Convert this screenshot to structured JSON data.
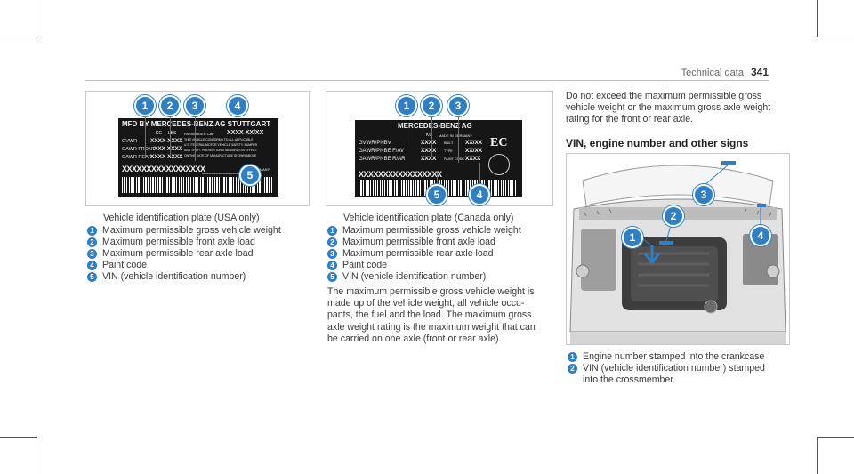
{
  "header": {
    "section": "Technical data",
    "page_number": "341"
  },
  "figure_usa": {
    "callouts": [
      "1",
      "2",
      "3",
      "4",
      "5"
    ],
    "plate": {
      "title": "MFD BY MERCEDES-BENZ AG STUTTGART",
      "kg_label": "KG",
      "lbs_label": "LBS",
      "passenger_car": "PASSENGER CAR",
      "model_code": "XXXX  XX/XX",
      "rows": [
        {
          "label": "GVWR",
          "value": "XXXX XXXX"
        },
        {
          "label": "GAWR FRONT",
          "value": "XXX XXXX"
        },
        {
          "label": "GAWR REAR",
          "value": "XXXX XXXX"
        }
      ],
      "conformity": [
        "THIS VEHICLE CONFORMS TO ALL APPLICABLE",
        "U.S. FEDERAL MOTOR VEHICLE SAFETY, BUMPER",
        "AND THEFT PREVENTION STANDARDS IN EFFECT",
        "ON THE DATE OF MANUFACTURE SHOWN ABOVE"
      ],
      "vin": "XXXXXXXXXXXXXXXXX",
      "country": "GERMANY"
    }
  },
  "caption_usa": {
    "title": "Vehicle identification plate (USA only)",
    "items": [
      {
        "n": "1",
        "text": "Maximum permissible gross vehicle weight"
      },
      {
        "n": "2",
        "text": "Maximum permissible front axle load"
      },
      {
        "n": "3",
        "text": "Maximum permissible rear axle load"
      },
      {
        "n": "4",
        "text": "Paint code"
      },
      {
        "n": "5",
        "text": "VIN (vehicle identification number)"
      }
    ]
  },
  "figure_canada": {
    "callouts": [
      "1",
      "2",
      "3",
      "4",
      "5"
    ],
    "plate": {
      "title": "MERCEDES-BENZ AG",
      "kg_label": "KG",
      "made_in": "MADE IN GERMANY",
      "rows": [
        {
          "label": "GVWR/PNBV",
          "value": "XXXX",
          "extra_label": "BUILT",
          "extra_value": "XX/XX"
        },
        {
          "label": "GAWR/PNBE F/AV",
          "value": "XXXX",
          "extra_label": "TYPE",
          "extra_value": "XX/XX"
        },
        {
          "label": "GAWR/PNBE R/AR",
          "value": "XXXX",
          "extra_label": "PAINT CODE",
          "extra_value": "XXXX"
        }
      ],
      "ec_mark": "EC",
      "vin": "XXXXXXXXXXXXXXXXX"
    }
  },
  "caption_canada": {
    "title": "Vehicle identification plate (Canada only)",
    "items": [
      {
        "n": "1",
        "text": "Maximum permissible gross vehicle weight"
      },
      {
        "n": "2",
        "text": "Maximum permissible front axle load"
      },
      {
        "n": "3",
        "text": "Maximum permissible rear axle load"
      },
      {
        "n": "4",
        "text": "Paint code"
      },
      {
        "n": "5",
        "text": "VIN (vehicle identification number)"
      }
    ],
    "paragraph": [
      "The maximum permissible gross vehicle weight is",
      "made up of the vehicle weight, all vehicle occu-",
      "pants, the fuel and the load. The maximum gross",
      "axle weight rating is the maximum weight that can",
      "be carried on one axle (front or rear axle)."
    ]
  },
  "right_column": {
    "paragraph": [
      "Do not exceed the maximum permissible gross",
      "vehicle weight or the maximum gross axle weight",
      "rating for the front or rear axle."
    ],
    "heading": "VIN, engine number and other signs",
    "figure_callouts": [
      "1",
      "2",
      "3",
      "4"
    ],
    "items": [
      {
        "n": "1",
        "lines": [
          "Engine number stamped into the crankcase"
        ]
      },
      {
        "n": "2",
        "lines": [
          "VIN (vehicle identification number) stamped",
          "into the crossmember"
        ]
      }
    ]
  },
  "colors": {
    "accent": "#2f7fc4",
    "plate_bg": "#161616",
    "text": "#3a3a3a"
  }
}
